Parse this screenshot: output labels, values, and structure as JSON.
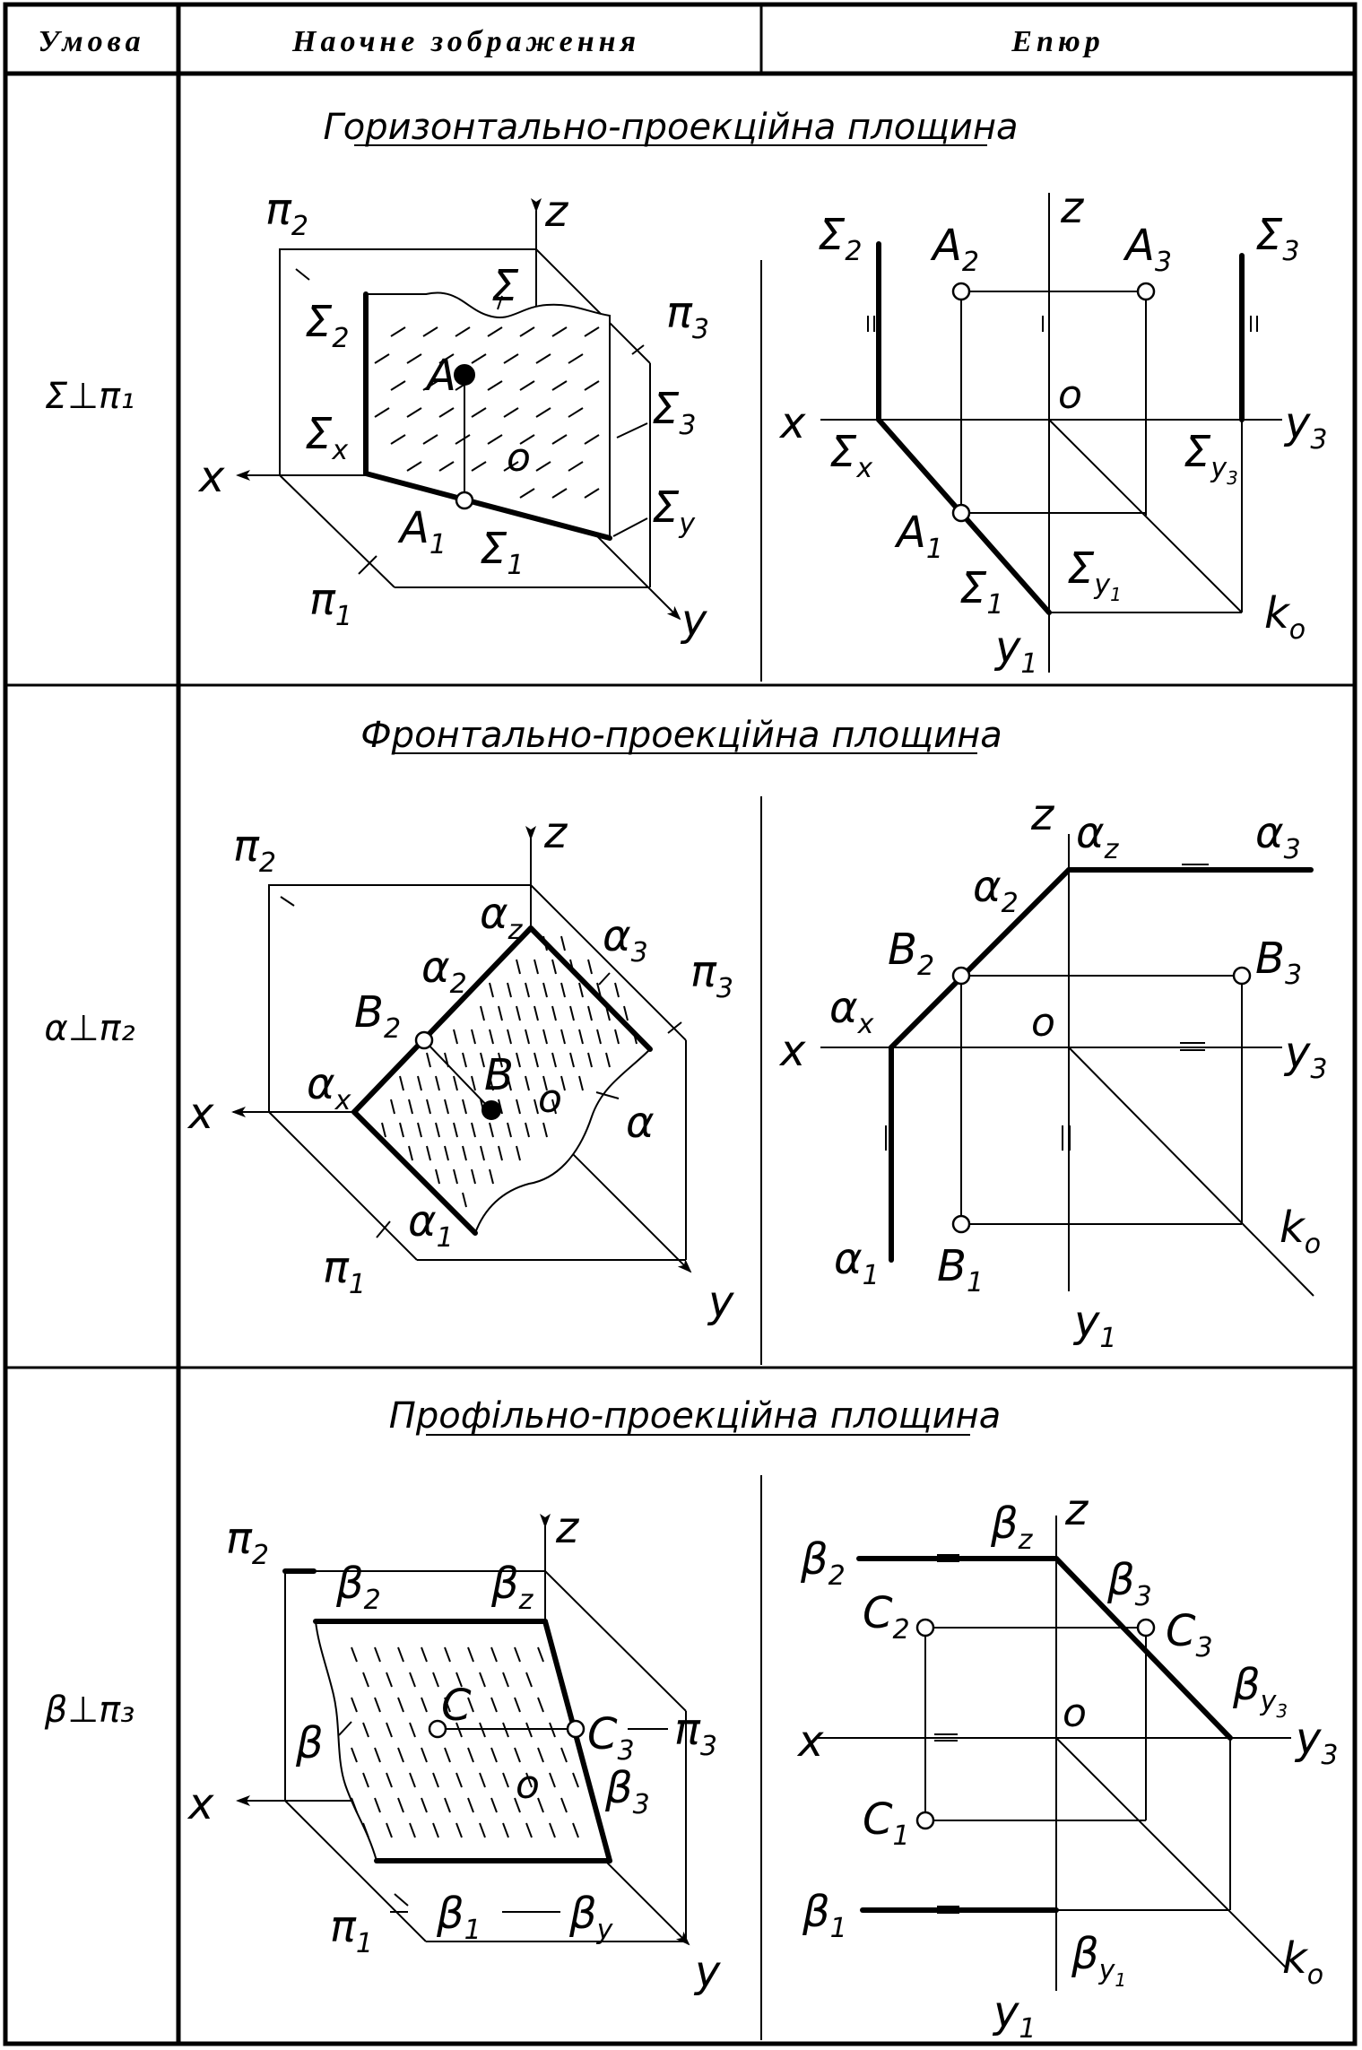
{
  "table": {
    "header": {
      "condition": "Умова",
      "visual": "Наочне зображення",
      "diagram": "Епюр"
    },
    "rows": [
      {
        "condition": "Σ⊥π₁",
        "title": "Горизонтально-проекційна площина",
        "labels": {
          "z": "z",
          "x": "x",
          "y": "y",
          "o": "o",
          "pi2": "π",
          "pi2_sub": "2",
          "pi1": "π",
          "pi1_sub": "1",
          "pi3": "π",
          "pi3_sub": "3",
          "plane": "Σ",
          "plane2": "Σ",
          "plane2_sub": "2",
          "planex": "Σ",
          "planex_sub": "x",
          "plane3": "Σ",
          "plane3_sub": "3",
          "planey": "Σ",
          "planey_sub": "y",
          "plane1": "Σ",
          "plane1_sub": "1",
          "A": "A",
          "A1": "A",
          "A1_sub": "1"
        },
        "epure": {
          "z": "z",
          "x": "x",
          "o": "o",
          "y3": "y",
          "y3_sub": "3",
          "y1": "y",
          "y1_sub": "1",
          "k0": "k",
          "k0_sub": "o",
          "s2": "Σ",
          "s2_sub": "2",
          "s3": "Σ",
          "s3_sub": "3",
          "sx": "Σ",
          "sx_sub": "x",
          "sy3": "Σ",
          "sy3_sub": "y",
          "sy3_subsub": "3",
          "s1": "Σ",
          "s1_sub": "1",
          "sy1": "Σ",
          "sy1_sub": "y",
          "sy1_subsub": "1",
          "A2": "A",
          "A2_sub": "2",
          "A3": "A",
          "A3_sub": "3",
          "A1": "A",
          "A1_sub": "1"
        }
      },
      {
        "condition": "α⊥π₂",
        "title": "Фронтально-проекційна площина",
        "labels": {
          "z": "z",
          "x": "x",
          "y": "y",
          "o": "o",
          "pi2": "π",
          "pi2_sub": "2",
          "pi1": "π",
          "pi1_sub": "1",
          "pi3": "π",
          "pi3_sub": "3",
          "az": "α",
          "az_sub": "z",
          "a2": "α",
          "a2_sub": "2",
          "a3": "α",
          "a3_sub": "3",
          "ax": "α",
          "ax_sub": "x",
          "a1": "α",
          "a1_sub": "1",
          "a": "α",
          "B2": "B",
          "B2_sub": "2",
          "B": "B"
        },
        "epure": {
          "z": "z",
          "x": "x",
          "o": "o",
          "y3": "y",
          "y3_sub": "3",
          "y1": "y",
          "y1_sub": "1",
          "k0": "k",
          "k0_sub": "o",
          "az": "α",
          "az_sub": "z",
          "a3": "α",
          "a3_sub": "3",
          "a2": "α",
          "a2_sub": "2",
          "ax": "α",
          "ax_sub": "x",
          "a1": "α",
          "a1_sub": "1",
          "B2": "B",
          "B2_sub": "2",
          "B3": "B",
          "B3_sub": "3",
          "B1": "B",
          "B1_sub": "1"
        }
      },
      {
        "condition": "β⊥π₃",
        "title": "Профільно-проекційна площина",
        "labels": {
          "z": "z",
          "x": "x",
          "y": "y",
          "o": "o",
          "pi2": "π",
          "pi2_sub": "2",
          "pi1": "π",
          "pi1_sub": "1",
          "pi3": "π",
          "pi3_sub": "3",
          "b2": "β",
          "b2_sub": "2",
          "bz": "β",
          "bz_sub": "z",
          "b": "β",
          "C": "C",
          "C3": "C",
          "C3_sub": "3",
          "b3": "β",
          "b3_sub": "3",
          "b1": "β",
          "b1_sub": "1",
          "by": "β",
          "by_sub": "y"
        },
        "epure": {
          "z": "z",
          "x": "x",
          "o": "o",
          "y3": "y",
          "y3_sub": "3",
          "y1": "y",
          "y1_sub": "1",
          "k0": "k",
          "k0_sub": "o",
          "b2": "β",
          "b2_sub": "2",
          "bz": "β",
          "bz_sub": "z",
          "b3": "β",
          "b3_sub": "3",
          "C2": "C",
          "C2_sub": "2",
          "C3": "C",
          "C3_sub": "3",
          "by3": "β",
          "by3_sub": "y",
          "by3_subsub": "3",
          "C1": "C",
          "C1_sub": "1",
          "b1": "β",
          "b1_sub": "1",
          "by1": "β",
          "by1_sub": "y",
          "by1_subsub": "1"
        }
      }
    ]
  }
}
